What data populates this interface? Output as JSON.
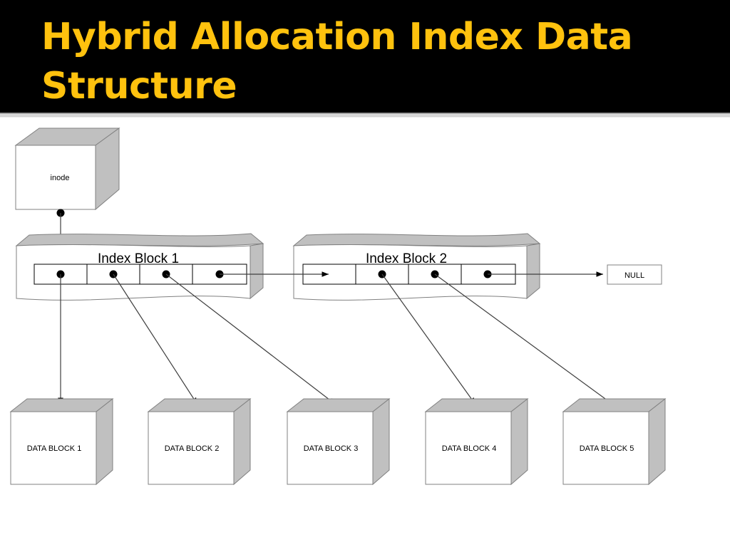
{
  "slide": {
    "title": "Hybrid Allocation Index Data Structure",
    "title_color": "#FFC20E",
    "background_color": "#FFFFFF",
    "band_color": "#000000"
  },
  "diagram": {
    "type": "file-system-index-allocation",
    "inode": {
      "label": "inode",
      "pointer_count": 1
    },
    "index_blocks": [
      {
        "label": "Index Block 1",
        "cells": [
          {
            "kind": "pointer",
            "target": "DATA BLOCK 1"
          },
          {
            "kind": "pointer",
            "target": "DATA BLOCK 2"
          },
          {
            "kind": "pointer",
            "target": "DATA BLOCK 3"
          },
          {
            "kind": "pointer",
            "target": "Index Block 2"
          }
        ]
      },
      {
        "label": "Index Block 2",
        "cells": [
          {
            "kind": "inbound-arrow",
            "target": ""
          },
          {
            "kind": "pointer",
            "target": "DATA BLOCK 4"
          },
          {
            "kind": "pointer",
            "target": "DATA BLOCK 5"
          },
          {
            "kind": "pointer",
            "target": "NULL"
          }
        ]
      }
    ],
    "terminator": {
      "label": "NULL"
    },
    "data_blocks": [
      {
        "label": "DATA BLOCK 1"
      },
      {
        "label": "DATA BLOCK 2"
      },
      {
        "label": "DATA BLOCK 3"
      },
      {
        "label": "DATA BLOCK 4"
      },
      {
        "label": "DATA BLOCK 5"
      }
    ],
    "colors": {
      "box_face": "#FFFFFF",
      "box_shade": "#C0C0C0",
      "outline": "#808080",
      "connector": "#3F3F3F"
    }
  }
}
